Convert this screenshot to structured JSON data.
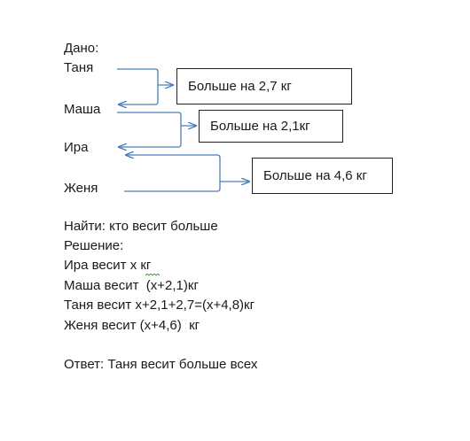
{
  "given": {
    "label": "Дано:",
    "names": [
      "Таня",
      "Маша",
      "Ира",
      "Женя"
    ]
  },
  "boxes": [
    "Больше на 2,7 кг",
    "Больше на 2,1кг",
    "Больше на 4,6 кг"
  ],
  "find": "Найти: кто весит больше",
  "solution": {
    "label": "Решение:",
    "lines": [
      "Ира весит х кг",
      "Маша весит  (х+2,1)кг",
      "Таня весит х+2,1+2,7=(х+4,8)кг",
      "Женя весит (х+4,6)  кг"
    ]
  },
  "answer": "Ответ: Таня весит больше всех",
  "colors": {
    "arrow": "#4a7ebb",
    "text": "#1a1a1a",
    "spellcheck": "#2e9d2e"
  }
}
